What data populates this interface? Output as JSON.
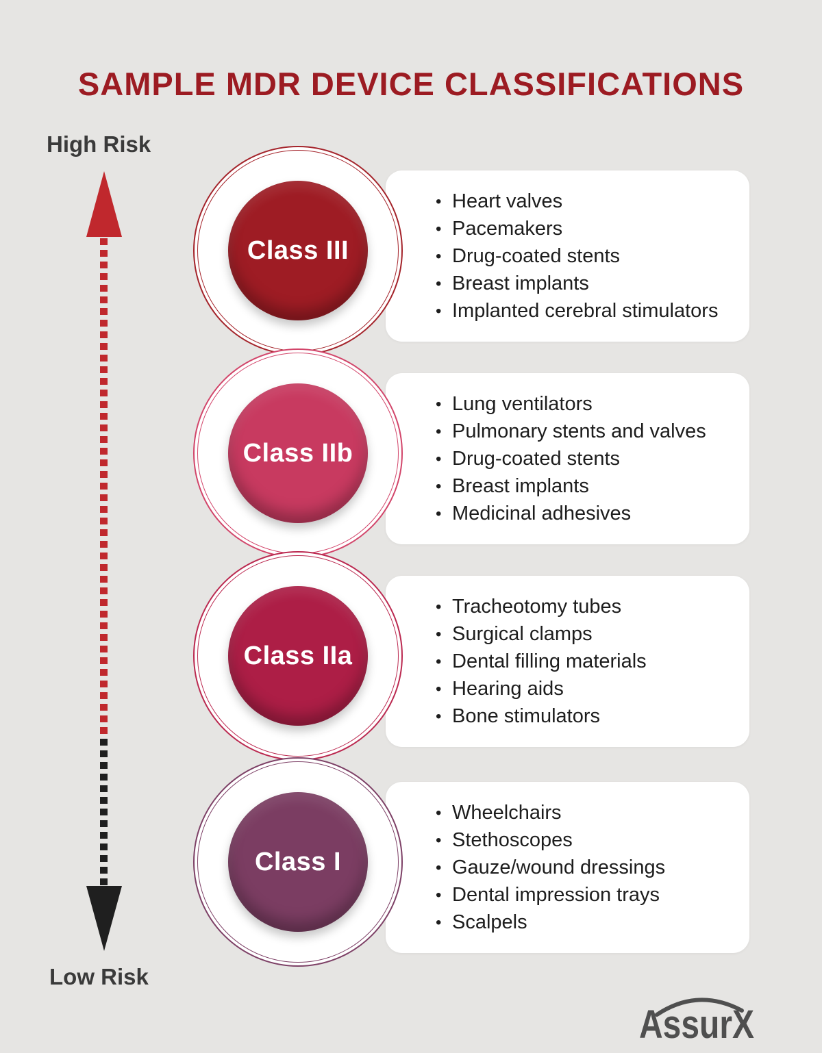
{
  "title": "SAMPLE MDR DEVICE CLASSIFICATIONS",
  "risk_scale": {
    "high_label": "High Risk",
    "low_label": "Low Risk"
  },
  "classes": [
    {
      "label": "Class III",
      "circle_color": "#9e1c24",
      "ring_color": "#a4232a",
      "devices": [
        "Heart valves",
        "Pacemakers",
        "Drug-coated stents",
        "Breast implants",
        "Implanted cerebral stimulators"
      ]
    },
    {
      "label": "Class IIb",
      "circle_color": "#c83a60",
      "ring_color": "#d2456a",
      "devices": [
        "Lung ventilators",
        "Pulmonary stents and valves",
        "Drug-coated stents",
        "Breast implants",
        "Medicinal adhesives"
      ]
    },
    {
      "label": "Class IIa",
      "circle_color": "#ad1e46",
      "ring_color": "#bb2950",
      "devices": [
        "Tracheotomy tubes",
        "Surgical clamps",
        "Dental filling materials",
        "Hearing aids",
        "Bone stimulators"
      ]
    },
    {
      "label": "Class I",
      "circle_color": "#7b3d62",
      "ring_color": "#7d4066",
      "devices": [
        "Wheelchairs",
        "Stethoscopes",
        "Gauze/wound dressings",
        "Dental impression trays",
        "Scalpels"
      ]
    }
  ],
  "brand": {
    "logo_text": "AssurX",
    "logo_color": "#4f4f4f"
  },
  "colors": {
    "background": "#e6e5e3",
    "title": "#9c1b22",
    "risk_label": "#3a3a3a",
    "arrow_high": "#c0282d",
    "arrow_low": "#1f1f1f",
    "panel_bg": "#ffffff",
    "device_text": "#1d1d1d"
  }
}
